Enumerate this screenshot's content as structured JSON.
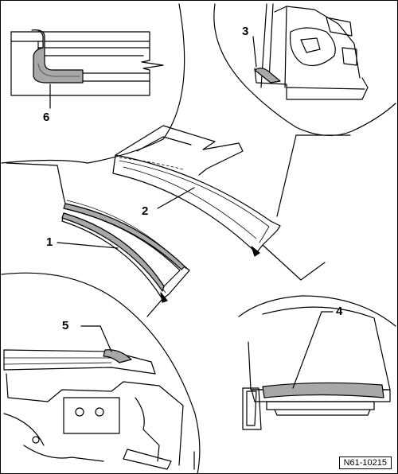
{
  "callouts": {
    "c1": "1",
    "c2": "2",
    "c3": "3",
    "c4": "4",
    "c5": "5",
    "c6": "6"
  },
  "figure_id": "N61-10215",
  "colors": {
    "line": "#000000",
    "seal_fill": "#a8a8a8",
    "background": "#ffffff"
  }
}
